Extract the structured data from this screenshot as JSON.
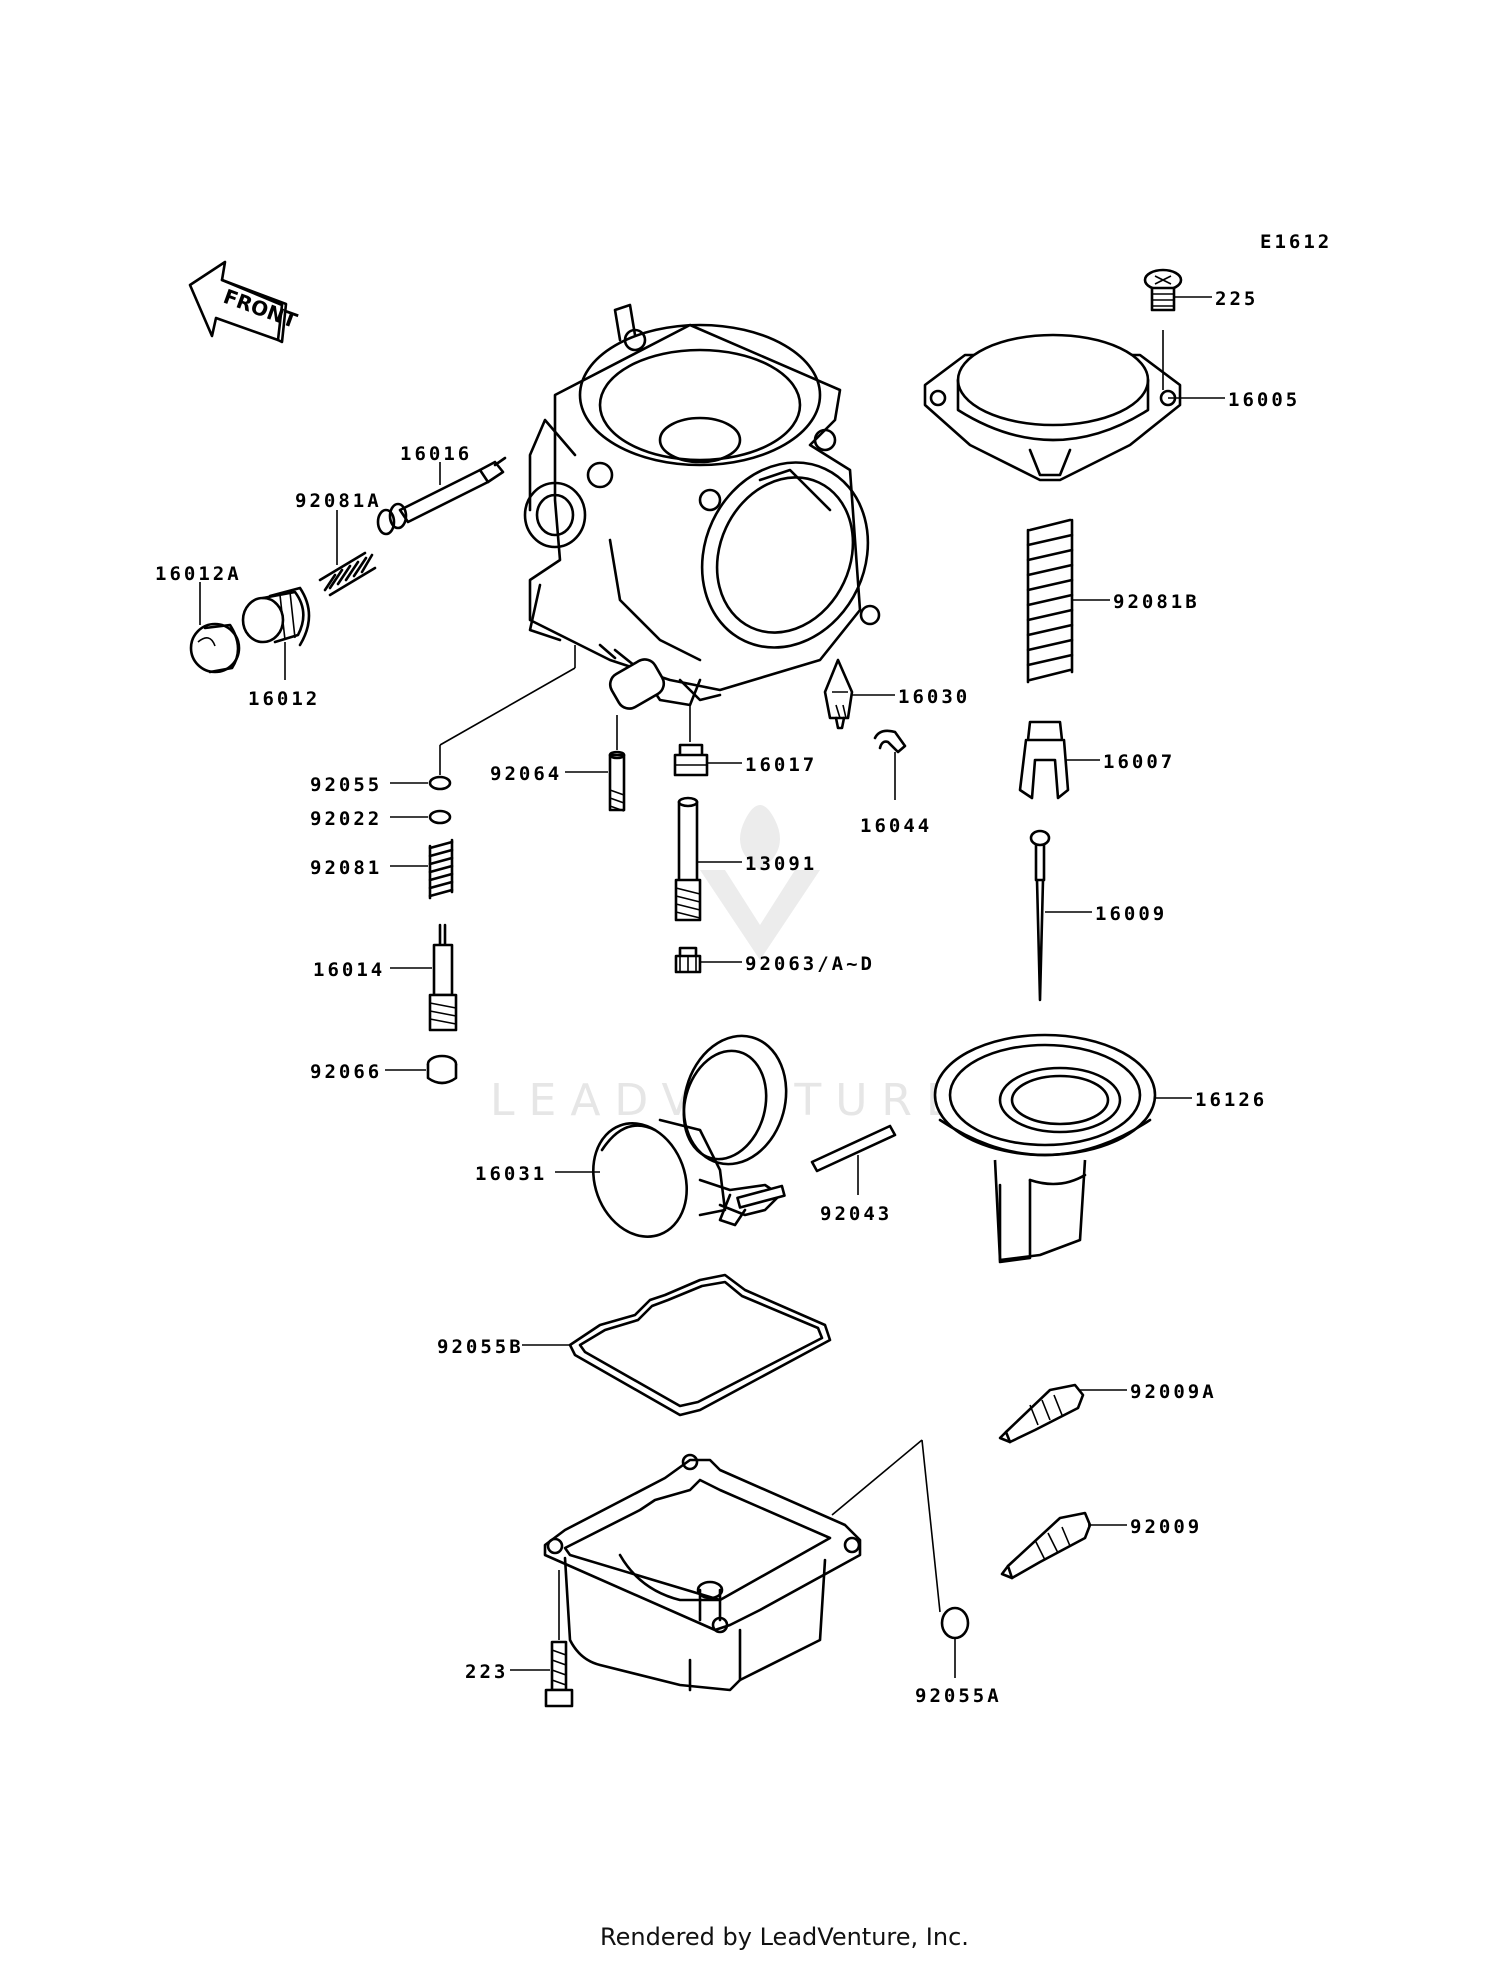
{
  "diagram_code": "E1612",
  "front_arrow_text": "FRONT",
  "watermark": "LEADVENTURE",
  "footer": "Rendered by LeadVenture, Inc.",
  "labels": {
    "p225": "225",
    "p16005": "16005",
    "p16016": "16016",
    "p92081A": "92081A",
    "p16012A": "16012A",
    "p16012": "16012",
    "p92081B": "92081B",
    "p16030": "16030",
    "p92055": "92055",
    "p92064": "92064",
    "p16017": "16017",
    "p16007": "16007",
    "p16044": "16044",
    "p92022": "92022",
    "p92081": "92081",
    "p13091": "13091",
    "p16009": "16009",
    "p16014": "16014",
    "p92063": "92063/A~D",
    "p92066": "92066",
    "p16126": "16126",
    "p16031": "16031",
    "p92043": "92043",
    "p92055B": "92055B",
    "p92009A": "92009A",
    "p92009": "92009",
    "p223": "223",
    "p92055A": "92055A"
  }
}
